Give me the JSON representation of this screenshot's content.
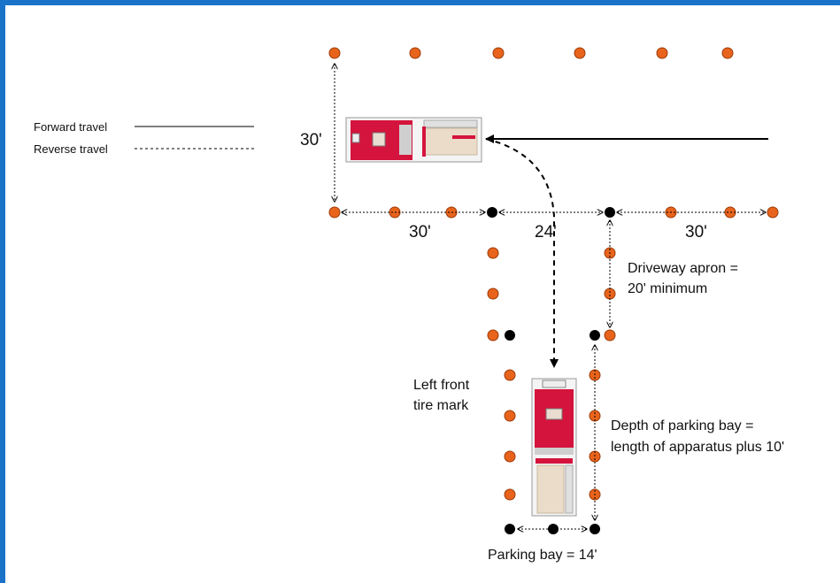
{
  "legend": {
    "forward": "Forward travel",
    "reverse": "Reverse travel"
  },
  "dimensions": {
    "left_vertical": "30'",
    "bottom_left": "30'",
    "bottom_middle": "24'",
    "bottom_right": "30'"
  },
  "notes": {
    "apron_line1": "Driveway apron =",
    "apron_line2": "20' minimum",
    "tire_line1": "Left front",
    "tire_line2": "tire mark",
    "depth_line1": "Depth of parking bay =",
    "depth_line2": "length of apparatus plus 10'",
    "bay_width": "Parking bay = 14'"
  },
  "colors": {
    "cone": "#e8641c",
    "marker": "#000000",
    "apparatus": "#d4143c",
    "border": "#1a73c9"
  },
  "icons": [
    "cone-icon",
    "marker-icon",
    "fire-apparatus-icon"
  ]
}
